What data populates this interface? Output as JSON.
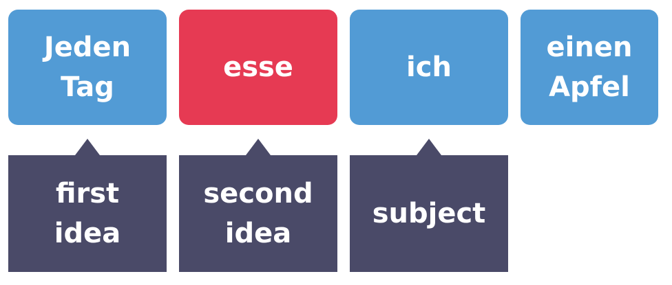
{
  "colors": {
    "word_blue": "#529bd5",
    "verb_red": "#e63a53",
    "label_navy": "#4a4a68",
    "text_white": "#ffffff"
  },
  "words": [
    {
      "text": "Jeden\nTag",
      "color": "#529bd5"
    },
    {
      "text": "esse",
      "color": "#e63a53"
    },
    {
      "text": "ich",
      "color": "#529bd5"
    },
    {
      "text": "einen\nApfel",
      "color": "#529bd5"
    }
  ],
  "labels": [
    {
      "text": "first\nidea"
    },
    {
      "text": "second\nidea"
    },
    {
      "text": "subject"
    }
  ]
}
